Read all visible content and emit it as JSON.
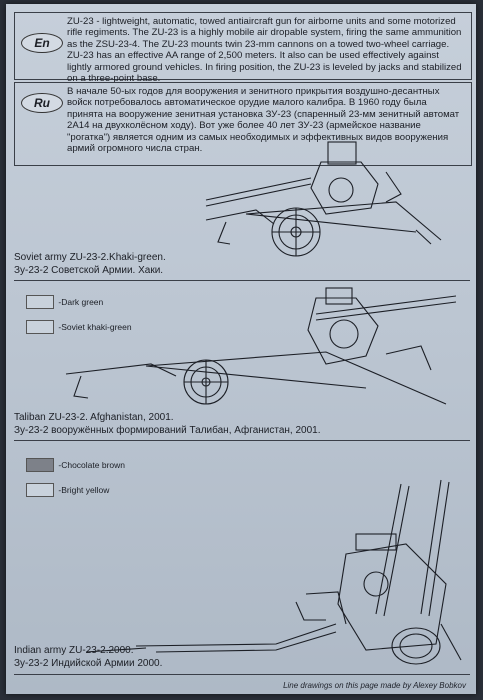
{
  "en": {
    "badge": "En",
    "text": "ZU-23 - lightweight, automatic, towed antiaircraft gun for airborne units and some motorized rifle regiments. The ZU-23 is a highly mobile air dropable system, firing the same ammunition as the ZSU-23-4. The ZU-23 mounts twin 23-mm cannons on a towed two-wheel carriage. ZU-23 has an effective AA range of 2,500 meters. It also can be used effectively against lightly armored ground vehicles. In firing position, the ZU-23 is leveled by jacks and stabilized on a three-point base."
  },
  "ru": {
    "badge": "Ru",
    "text": "В начале 50-ых годов для вооружения и зенитного прикрытия воздушно-десантных войск потребовалось автоматическое орудие малого калибра. В 1960 году была принята на вооружение зенитная установка ЗУ-23 (спаренный 23-мм зенитный автомат 2А14 на двухколёсном ходу). Вот уже более 40 лет ЗУ-23 (армейское название \"рогатка\") является одним из самых необходимых и эффективных видов вооружения армий огромного числа стран."
  },
  "section1": {
    "caption_en": "Soviet army ZU-23-2.Khaki-green.",
    "caption_ru": "Зу-23-2 Советской Армии. Хаки."
  },
  "section2": {
    "swatches": [
      {
        "label": "-Dark green",
        "color": "#c9d2dc"
      },
      {
        "label": "-Soviet khaki-green",
        "color": "#c9d2dc"
      }
    ],
    "caption_en": "Taliban ZU-23-2. Afghanistan, 2001.",
    "caption_ru": "Зу-23-2 вооружённых формирований Талибан, Афганистан, 2001."
  },
  "section3": {
    "swatches": [
      {
        "label": "-Chocolate brown",
        "color": "#7d8189"
      },
      {
        "label": "-Bright yellow",
        "color": "#c9d2dc"
      }
    ],
    "caption_en": "Indian army ZU-23-2.2000.",
    "caption_ru": "Зу-23-2 Индийской Армии 2000."
  },
  "credit": "Line drawings on this page made by Alexey Bobkov"
}
